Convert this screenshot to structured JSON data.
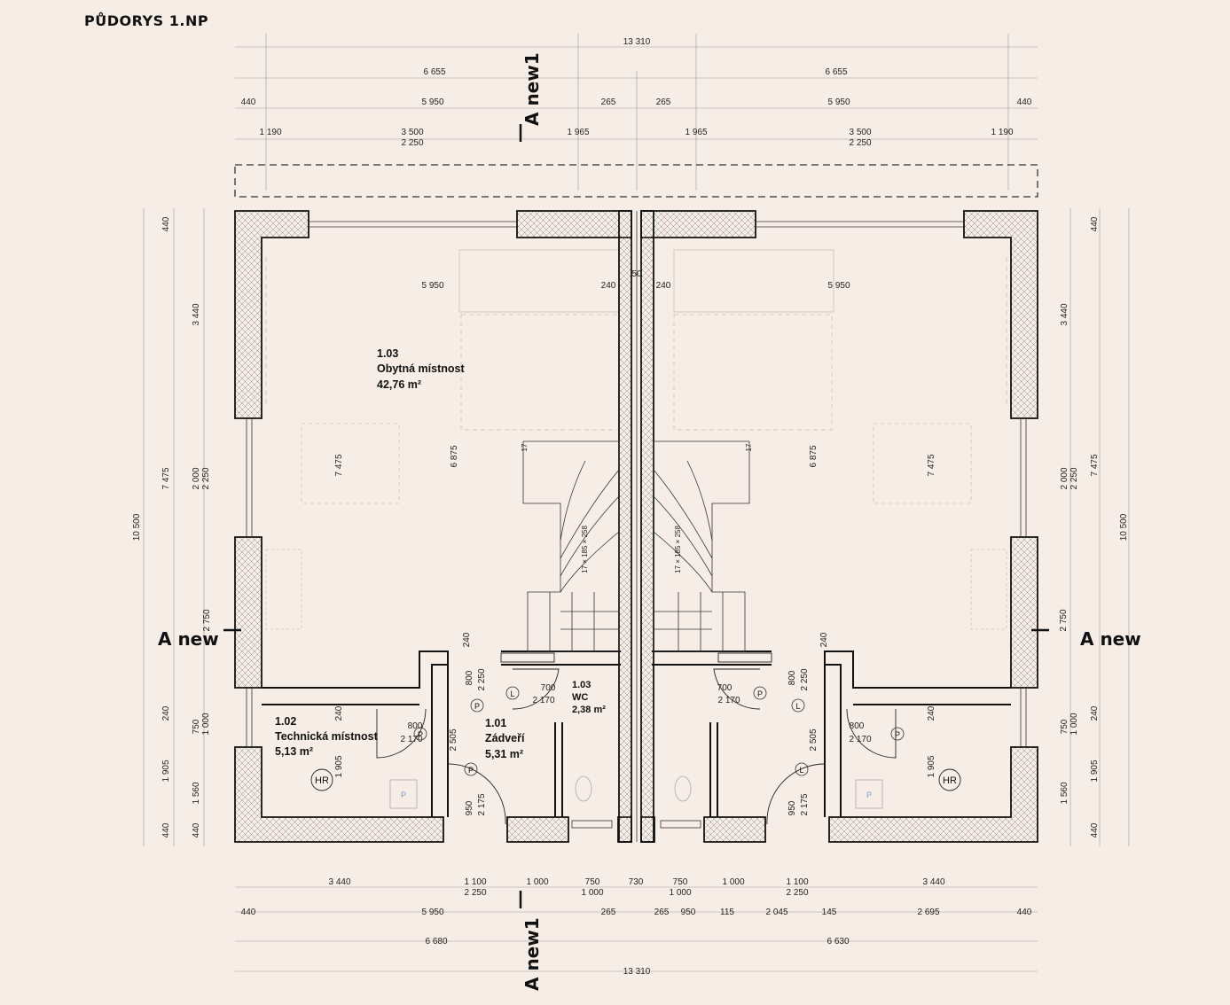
{
  "title": "PŮDORYS 1.NP",
  "dims": {
    "total": "13 310",
    "half": "6 655",
    "d440": "440",
    "d5950": "5 950",
    "d265": "265",
    "d1190": "1 190",
    "d3500": "3 500",
    "d2250": "2 250",
    "d1965": "1 965",
    "d240": "240",
    "d50": "50",
    "d6875": "6 875",
    "d7475": "7 475",
    "d2000": "2 000",
    "d3440": "3 440",
    "d10500": "10 500",
    "d2750": "2 750",
    "d750": "750",
    "d1000": "1 000",
    "d1905": "1 905",
    "d1560": "1 560",
    "d800": "800",
    "d2170": "2 170",
    "d700": "700",
    "d2505": "2 505",
    "d950": "950",
    "d2175": "2 175",
    "d1100": "1 100",
    "d730": "730",
    "d115": "115",
    "d2045": "2 045",
    "d145": "145",
    "d2695": "2 695",
    "d6680": "6 680",
    "d6630": "6 630",
    "stair": "17 × 185 × 258",
    "d17": "17"
  },
  "rooms": {
    "living": {
      "num": "1.03",
      "name": "Obytná místnost",
      "area": "42,76 m²"
    },
    "tech": {
      "num": "1.02",
      "name": "Technická místnost",
      "area": "5,13 m²"
    },
    "entry": {
      "num": "1.01",
      "name": "Zádveří",
      "area": "5,31 m²"
    },
    "wc": {
      "num": "1.03",
      "name": "WC",
      "area": "2,38 m²"
    }
  },
  "sections": {
    "a_new": "A new",
    "a_new1": "A new1"
  },
  "symbols": {
    "hr": "HR",
    "p": "P",
    "l": "L"
  },
  "colors": {
    "background": "#f6ede6",
    "ink": "#111111",
    "hatch": "#8a8a8a"
  }
}
